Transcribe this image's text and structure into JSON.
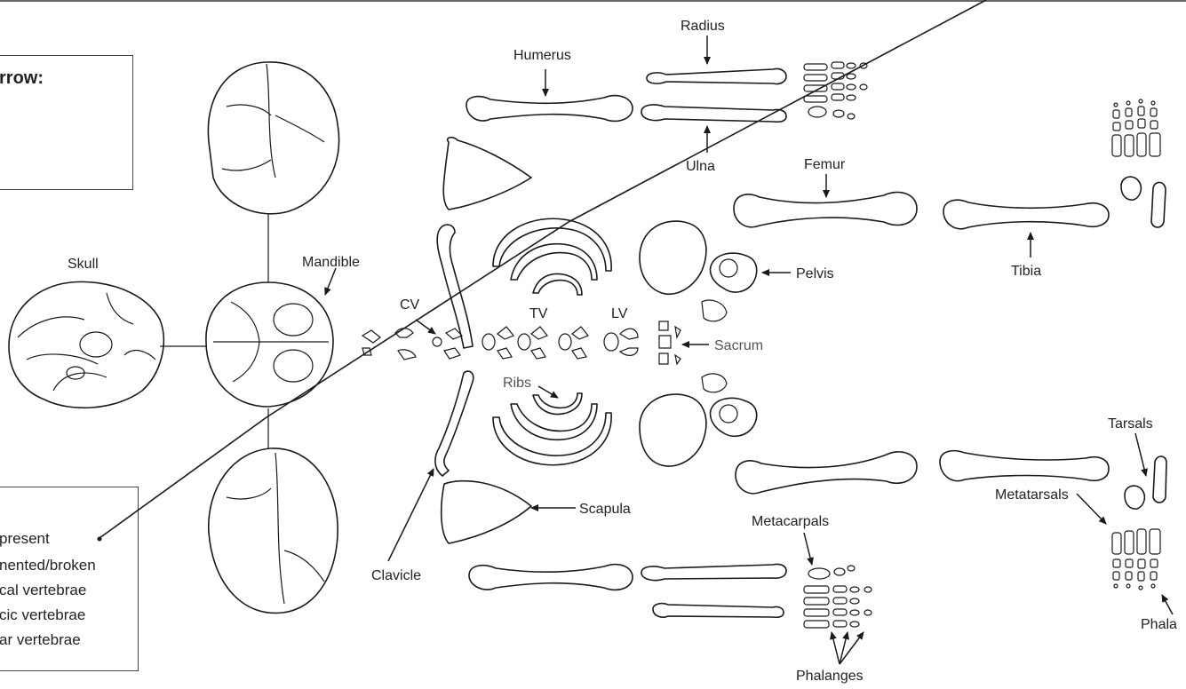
{
  "legend_top": {
    "title_fragment": "rrow:"
  },
  "legend_bottom": {
    "items": [
      "present",
      "nented/broken",
      "cal vertebrae",
      "cic vertebrae",
      "ar vertebrae"
    ]
  },
  "labels": {
    "skull": "Skull",
    "mandible": "Mandible",
    "humerus": "Humerus",
    "radius": "Radius",
    "ulna": "Ulna",
    "femur": "Femur",
    "tibia": "Tibia",
    "pelvis": "Pelvis",
    "cv": "CV",
    "tv": "TV",
    "lv": "LV",
    "sacrum": "Sacrum",
    "ribs": "Ribs",
    "clavicle": "Clavicle",
    "scapula": "Scapula",
    "metacarpals": "Metacarpals",
    "phalanges": "Phalanges",
    "tarsals": "Tarsals",
    "metatarsals": "Metatarsals",
    "phala": "Phala"
  }
}
